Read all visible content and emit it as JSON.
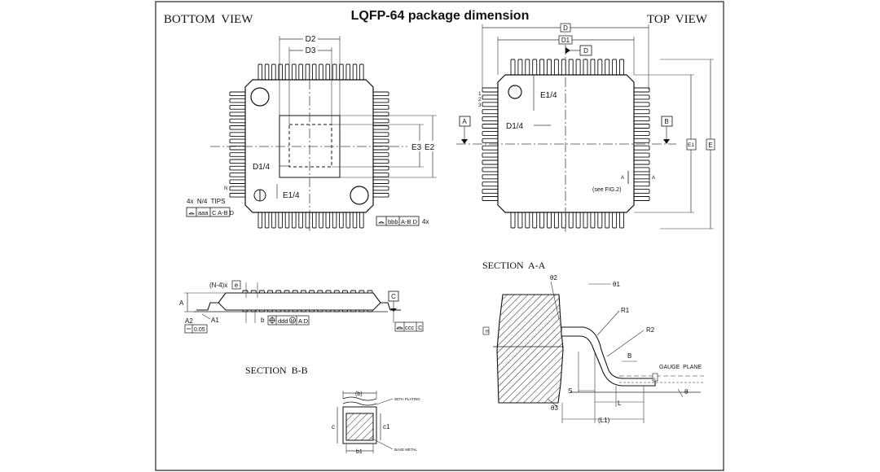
{
  "title": "LQFP-64 package dimension",
  "bottom_view": {
    "heading": "BOTTOM  VIEW",
    "d2": "D2",
    "d3": "D3",
    "e3": "E3",
    "e2": "E2",
    "d1_4": "D1/4",
    "e1_4": "E1/4",
    "n": "N",
    "tips": "4x  N/4  TIPS",
    "tol_aaa": "aaa",
    "tol_aaa_ref": "C A-B D",
    "tol_bbb": "bbb",
    "tol_bbb_ref": "A-B D",
    "tol_bbb_count": "4x"
  },
  "top_view": {
    "heading": "TOP  VIEW",
    "d": "D",
    "d1": "D1",
    "datum_d": "D",
    "datum_a": "A",
    "datum_b": "B",
    "e1": "E1",
    "e": "E",
    "e1_4": "E1/4",
    "d1_4": "D1/4",
    "pins": [
      "1",
      "2",
      "3"
    ],
    "section_mark": "A",
    "see_fig": "(see FIG.2)"
  },
  "side_view": {
    "pitch": "(N-4)x",
    "pitch_sym": "e",
    "a": "A",
    "a1": "A1",
    "a2": "A2",
    "flat": "0.05",
    "b": "b",
    "ddd": "ddd",
    "ddd_ref": "A D",
    "datum_c": "C",
    "ccc": "ccc",
    "ccc_ref": "C"
  },
  "section_aa": {
    "heading": "SECTION  A-A",
    "theta2": "θ2",
    "theta1": "θ1",
    "r1": "R1",
    "r2": "R2",
    "b_label": "B",
    "gauge": "GAUGE  PLANE",
    "s": "S",
    "l": "L",
    "l1": "(L1)",
    "theta3": "θ3",
    "theta": "θ",
    "c_label": "c",
    "h_label": "H"
  },
  "section_bb": {
    "heading": "SECTION  B-B",
    "b_paren": "(b)",
    "b1": "b1",
    "c": "c",
    "c1": "c1",
    "with_plating": "WITH PLATING",
    "base_metal": "BASE METAL"
  }
}
